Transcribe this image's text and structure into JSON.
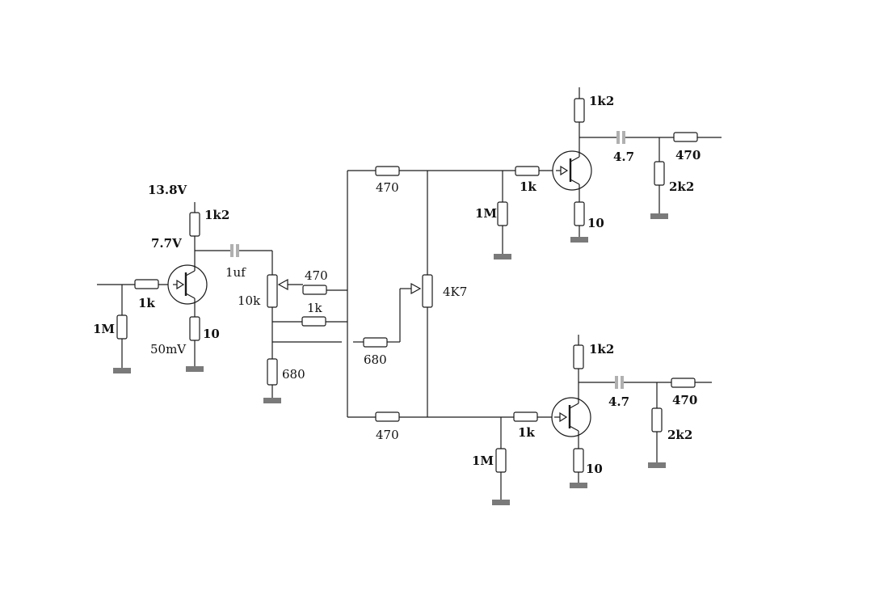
{
  "input_stage": {
    "supply": "13.8V",
    "collector_voltage": "7.7V",
    "collector_resistor": "1k2",
    "coupling_capacitor": "1uf",
    "base_resistor": "1k",
    "bias_resistor": "1M",
    "emitter_resistor": "10",
    "input_level": "50mV"
  },
  "network": {
    "pot_10k": "10k",
    "r_680_bottom": "680",
    "r_470_wiper": "470",
    "r_1k_mid": "1k",
    "r_680_mid": "680",
    "r_470_top": "470",
    "r_470_bottom": "470",
    "pot_4k7": "4K7"
  },
  "output_top": {
    "collector_resistor": "1k2",
    "capacitor": "4.7",
    "series_resistor": "470",
    "load_resistor": "2k2",
    "base_resistor": "1k",
    "bias_resistor": "1M",
    "emitter_resistor": "10"
  },
  "output_bottom": {
    "collector_resistor": "1k2",
    "capacitor": "4.7",
    "series_resistor": "470",
    "load_resistor": "2k2",
    "base_resistor": "1k",
    "bias_resistor": "1M",
    "emitter_resistor": "10"
  },
  "colors": {
    "wire": "#1a1a1a",
    "capacitor": "#b0b0b0",
    "ground": "#7a7a7a"
  }
}
